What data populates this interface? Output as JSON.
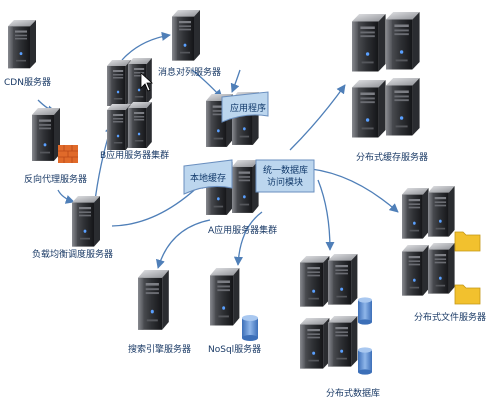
{
  "labels": {
    "cdn": "CDN服务器",
    "reverse_proxy": "反向代理服务器",
    "load_balancer": "负载均衡调度服务器",
    "b_cluster": "B应用服务器集群",
    "message_queue": "消息对列服务器",
    "a_cluster": "A应用服务器集群",
    "app_program": "应用程序",
    "local_cache": "本地缓存",
    "unified_db_access": [
      "统一数据库",
      "访问模块"
    ],
    "dist_cache": "分布式缓存服务器",
    "dist_file": "分布式文件服务器",
    "search_engine": "搜索引擎服务器",
    "nosql": "NoSql服务器",
    "dist_db": "分布式数据库"
  },
  "colors": {
    "arrow": "#4f7fb8",
    "label_text": "#1a3a66",
    "callout_fill": "#bcd6ee",
    "firewall": "#e06a2a",
    "folder": "#f2c12e",
    "db_cylinder": "#5f8fd2"
  }
}
